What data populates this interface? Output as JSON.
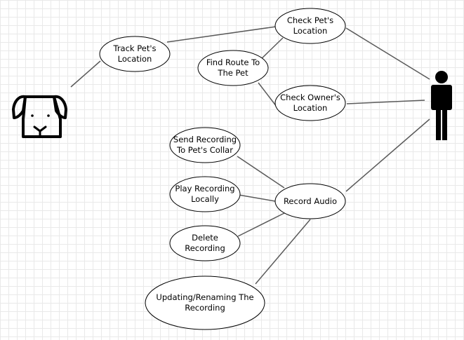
{
  "use_cases": {
    "track": {
      "line1": "Track Pet's",
      "line2": "Location"
    },
    "check_pet": {
      "line1": "Check Pet's",
      "line2": "Location"
    },
    "find_route": {
      "line1": "Find Route To",
      "line2": "The Pet"
    },
    "check_owner": {
      "line1": "Check Owner's",
      "line2": "Location"
    },
    "send_recording": {
      "line1": "Send Recording",
      "line2": "To Pet's Collar"
    },
    "play_recording": {
      "line1": "Play Recording",
      "line2": "Locally"
    },
    "delete_recording": {
      "line1": "Delete",
      "line2": "Recording"
    },
    "record_audio": {
      "line1": "Record Audio"
    },
    "updating": {
      "line1": "Updating/Renaming The",
      "line2": "Recording"
    }
  },
  "actors": {
    "pet": {
      "icon": "dog-icon"
    },
    "owner": {
      "icon": "person-icon"
    }
  }
}
